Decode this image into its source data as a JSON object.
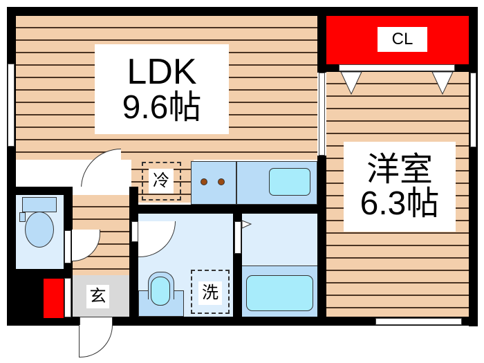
{
  "floorplan": {
    "rooms": [
      {
        "id": "ldk",
        "name": "LDK",
        "size": "9.6帖"
      },
      {
        "id": "western",
        "name": "洋室",
        "size": "6.3帖"
      },
      {
        "id": "closet",
        "name": "CL"
      },
      {
        "id": "entrance",
        "name": "玄"
      },
      {
        "id": "fridge",
        "name": "冷"
      },
      {
        "id": "washer",
        "name": "洗"
      }
    ],
    "colors": {
      "wall": "#000000",
      "flooring": "#f3cfac",
      "wet_area": "#ddeefc",
      "fixture": "#b9dcf7",
      "basin": "#a8ecfb",
      "storage": "#ff0000",
      "entrance_floor": "#d9d9d9",
      "stove_burner": "#9a4a12"
    }
  }
}
